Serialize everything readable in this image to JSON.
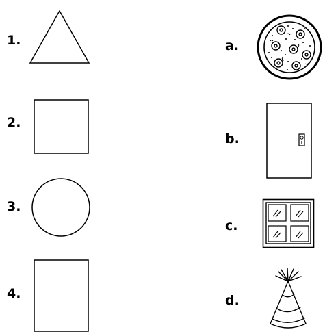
{
  "left_column": {
    "items": [
      {
        "label": "1.",
        "shape": "triangle"
      },
      {
        "label": "2.",
        "shape": "square"
      },
      {
        "label": "3.",
        "shape": "circle"
      },
      {
        "label": "4.",
        "shape": "rectangle"
      }
    ]
  },
  "right_column": {
    "items": [
      {
        "label": "a.",
        "picture": "pizza-icon"
      },
      {
        "label": "b.",
        "picture": "door-icon"
      },
      {
        "label": "c.",
        "picture": "window-icon"
      },
      {
        "label": "d.",
        "picture": "party-hat-icon"
      }
    ]
  },
  "colors": {
    "ink": "#000000",
    "background": "#ffffff"
  }
}
